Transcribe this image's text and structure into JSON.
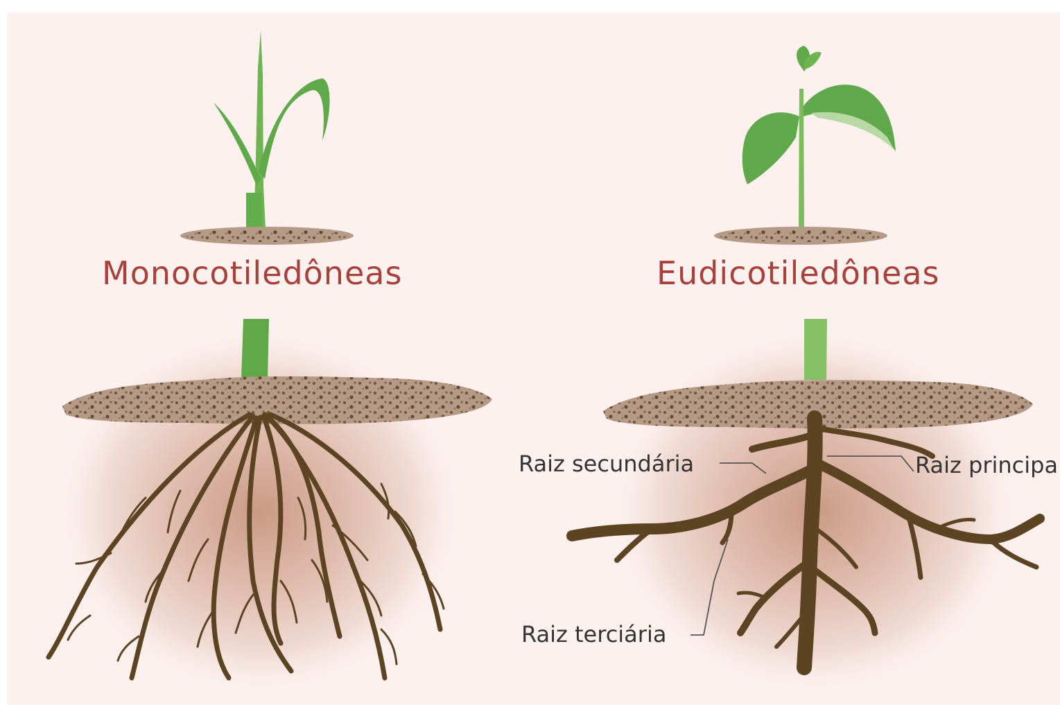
{
  "colors": {
    "background": "#fcf1ef",
    "title": "#a8413a",
    "label": "#333333",
    "root": "#5c4423",
    "soil": "#b69a88",
    "soil_dots": "#6b4a2c",
    "leaf": "#5fa94a",
    "stem": "#7bbd5a",
    "halo": "#c99a88"
  },
  "left": {
    "title": "Monocotiledôneas",
    "plant_icon": "grass-seedling-icon",
    "root_type": "fibrous-roots-icon"
  },
  "right": {
    "title": "Eudicotiledôneas",
    "plant_icon": "dicot-seedling-icon",
    "root_type": "taproot-icon",
    "labels": {
      "secondary": "Raiz secundária",
      "primary": "Raiz principa",
      "tertiary": "Raiz terciária"
    }
  }
}
